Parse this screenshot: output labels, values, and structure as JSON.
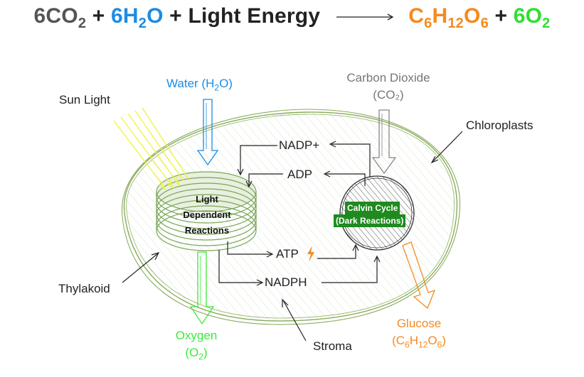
{
  "equation": {
    "left_coef_co2": "6CO",
    "left_sub_co2": "2",
    "plus1": "+",
    "h2o_coef": "6H",
    "h2o_sub": "2",
    "h2o_o": "O",
    "plus2": "+",
    "light_energy": "Light Energy",
    "glucose_c": "C",
    "glucose_c_sub": "6",
    "glucose_h": "H",
    "glucose_h_sub": "12",
    "glucose_o": "O",
    "glucose_o_sub": "6",
    "plus3": "+",
    "o2_coef": "6O",
    "o2_sub": "2",
    "colors": {
      "dark": "#555555",
      "blue": "#1c8ce3",
      "orange": "#f58a1f",
      "green": "#2fe02f"
    }
  },
  "labels": {
    "sun_light": "Sun Light",
    "water": "Water (H",
    "water_sub": "2",
    "water_end": "O)",
    "carbon_dioxide_line1": "Carbon Dioxide",
    "carbon_dioxide_line2": "(CO₂)",
    "chloroplasts": "Chloroplasts",
    "thylakoid": "Thylakoid",
    "oxygen_line1": "Oxygen",
    "oxygen_line2_a": "(O",
    "oxygen_line2_sub": "2",
    "oxygen_line2_b": ")",
    "stroma": "Stroma",
    "glucose_line1": "Glucose",
    "glucose_line2_a": "(C",
    "glucose_line2_s1": "6",
    "glucose_line2_b": "H",
    "glucose_line2_s2": "12",
    "glucose_line2_c": "O",
    "glucose_line2_s3": "6",
    "glucose_line2_d": ")",
    "nadp_plus": "NADP+",
    "adp": "ADP",
    "atp": "ATP",
    "nadph": "NADPH",
    "ldr_line1": "Light",
    "ldr_line2": "Dependent",
    "ldr_line3": "Reactions",
    "calvin_line1": "Calvin Cycle",
    "calvin_line2": "(Dark Reactions)"
  },
  "colors": {
    "chloroplast_outline": "#8aab5e",
    "thylakoid": "#7ba65a",
    "water_arrow": "#1c8ce3",
    "co2_arrow": "#888888",
    "oxygen_arrow": "#3ee83e",
    "glucose_arrow": "#f58a1f",
    "sunlight": "#f2f23a",
    "calvin_fill": "#1f8a1f",
    "atp_bolt": "#f58a1f"
  }
}
